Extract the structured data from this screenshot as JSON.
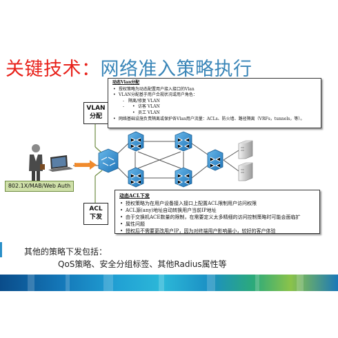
{
  "title": {
    "accent": "关键技术：",
    "rest": "网络准入策略执行"
  },
  "labels": {
    "vlan": [
      "VLAN",
      "分配"
    ],
    "acl": [
      "ACL",
      "下发"
    ],
    "auth": "802.1X/MAB/Web Auth"
  },
  "note_vlan": {
    "heading": "动态Vlan分配",
    "items": [
      "授权策略为动态配置用户接入接口的Vlan",
      "VLAN分配基于用户合规状况或用户角色："
    ],
    "subitems": [
      "隔离/修复 VLAN"
    ],
    "subitems2": [
      "访客 VLAN",
      "员工 VLAN"
    ],
    "last": "网络基础设施负责隔离或保护各Vlan用户流量：ACLs、防火墙、路径隔离（VRFs，tunnels，等）。"
  },
  "note_acl": {
    "heading": "动态ACL下发",
    "items": [
      "授权策略为在用户设备接入接口上配置ACL限制用户访问权限",
      "ACL源(any)地址自动转换用户当前IP地址",
      "由于交换机ACE数量的限制，在需要定义太多精细的访问控制策略时可能会面临扩",
      "授权后不需要更改用户IP，因为对终端用户影响最小，较好的客户体验"
    ],
    "items_cont": "属性问题"
  },
  "bottom": {
    "line1": "其他的策略下发包括：",
    "line2": "QoS策略、安全分组标签、其他Radius属性等"
  },
  "colors": {
    "title_blue": "#3a86b8",
    "title_red": "#e8221b",
    "switch_blue": "#2d8fd0",
    "link_green": "#6f8c42"
  }
}
